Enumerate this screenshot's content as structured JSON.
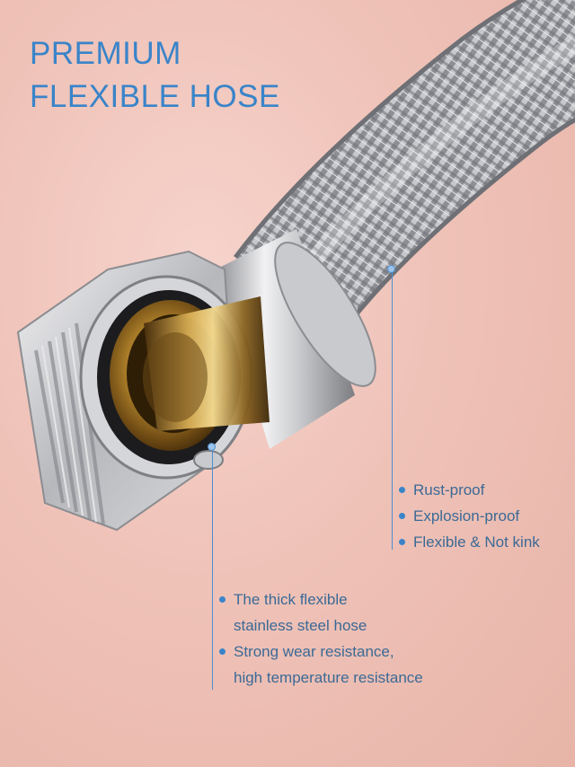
{
  "title": {
    "line1": "PREMIUM",
    "line2": "FLEXIBLE HOSE"
  },
  "callout_right": {
    "items": [
      "Rust-proof",
      "Explosion-proof",
      "Flexible & Not kink"
    ]
  },
  "callout_bottom": {
    "items": [
      {
        "line1": "The thick flexible",
        "line2": "stainless steel hose"
      },
      {
        "line1": "Strong wear resistance,",
        "line2": "high temperature resistance"
      }
    ]
  },
  "colors": {
    "accent": "#3a84c9",
    "text": "#3b6a96",
    "background": "#efc2b8",
    "brass": "#c99a3a",
    "steel": "#b9b9bd"
  },
  "icons": [
    "bullet-dot",
    "leader-line"
  ]
}
